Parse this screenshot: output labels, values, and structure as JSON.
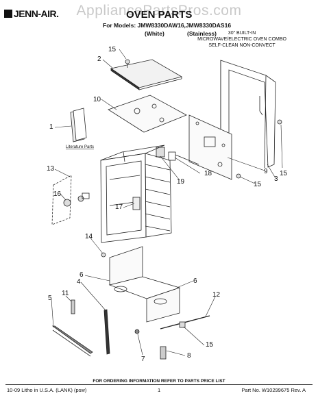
{
  "watermark": "AppliancePartsPros.com",
  "brand": "JENN-AIR.",
  "header": {
    "title": "OVEN PARTS",
    "models": "For Models: JMW8330DAW16,JMW8330DAS16",
    "variant_white": "(White)",
    "variant_stainless": "(Stainless)",
    "description": [
      "30\" BUILT-IN",
      "MICROWAVE/ELECTRIC OVEN COMBO",
      "SELF-CLEAN NON-CONVECT"
    ]
  },
  "literature_label": "Literature Parts",
  "callouts": [
    "15",
    "2",
    "10",
    "1",
    "13",
    "16",
    "17",
    "14",
    "6",
    "4",
    "5",
    "11",
    "7",
    "8",
    "15",
    "12",
    "6",
    "18",
    "19",
    "9",
    "15",
    "3",
    "15"
  ],
  "footer": {
    "order_note": "FOR ORDERING INFORMATION REFER TO PARTS PRICE LIST",
    "litho": "10-09 Litho in U.S.A. (LANK) (psw)",
    "page": "1",
    "part_no": "Part No. W10299675 Rev. A"
  }
}
